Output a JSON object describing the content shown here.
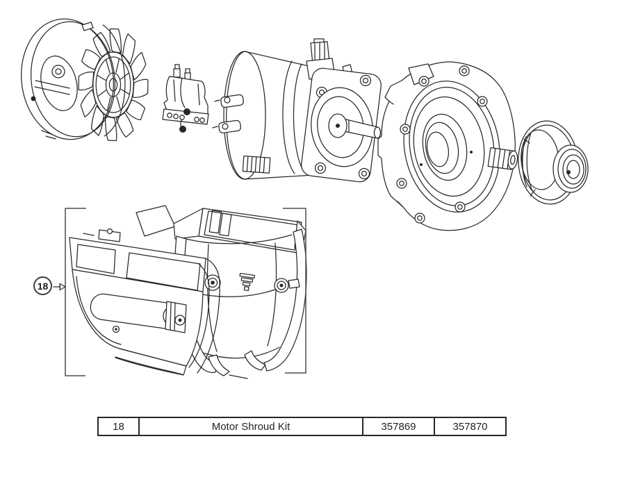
{
  "page": {
    "background": "#ffffff",
    "ink_color": "#2a2627",
    "text_color": "#231f20",
    "bracket_color": "#4b4b4b"
  },
  "diagram": {
    "callout_label": "18"
  },
  "parts_table": {
    "row": {
      "item_no": "18",
      "description": "Motor Shroud Kit",
      "part_number_a": "357869",
      "part_number_b": "357870"
    }
  }
}
